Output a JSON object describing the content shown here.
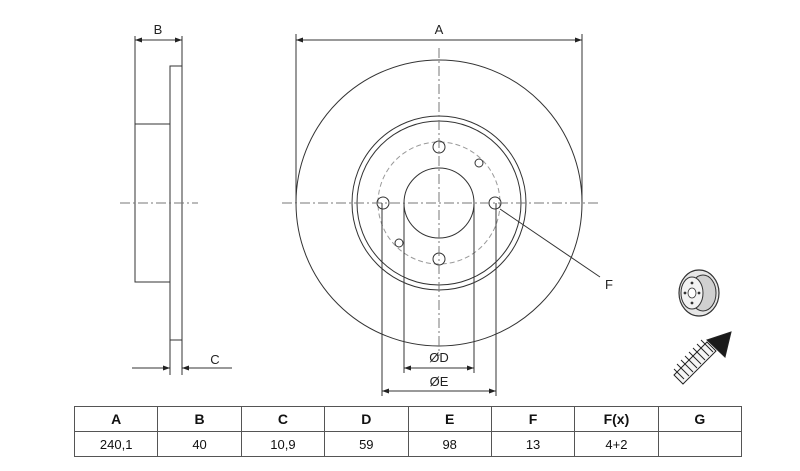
{
  "diagram": {
    "dimension_labels": {
      "a": "A",
      "b": "B",
      "c": "C",
      "d": "ØD",
      "e": "ØE",
      "f": "F"
    }
  },
  "table": {
    "headers": [
      "A",
      "B",
      "C",
      "D",
      "E",
      "F",
      "F(x)",
      "G"
    ],
    "values": [
      "240,1",
      "40",
      "10,9",
      "59",
      "98",
      "13",
      "4+2",
      ""
    ]
  },
  "icons": [
    "brake-disc-thumbnail-icon",
    "countersunk-screw-icon"
  ]
}
